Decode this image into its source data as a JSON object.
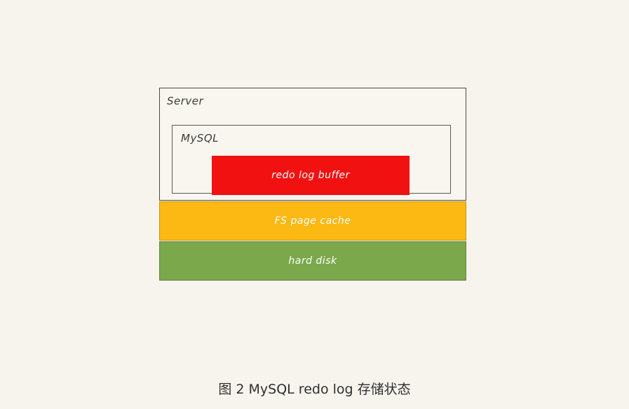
{
  "diagram": {
    "server": {
      "label": "Server"
    },
    "mysql": {
      "label": "MySQL"
    },
    "redo_log_buffer": {
      "label": "redo log buffer",
      "color": "#f21111"
    },
    "fs_page_cache": {
      "label": "FS page cache",
      "color": "#fcb813"
    },
    "hard_disk": {
      "label": "hard disk",
      "color": "#7aa84b"
    }
  },
  "colors": {
    "page_background": "#f7f4ee",
    "box_background": "#f9f6f0",
    "box_border": "#4a4a4a",
    "bar_text": "#ffffff"
  },
  "caption": "图 2 MySQL redo log 存储状态"
}
